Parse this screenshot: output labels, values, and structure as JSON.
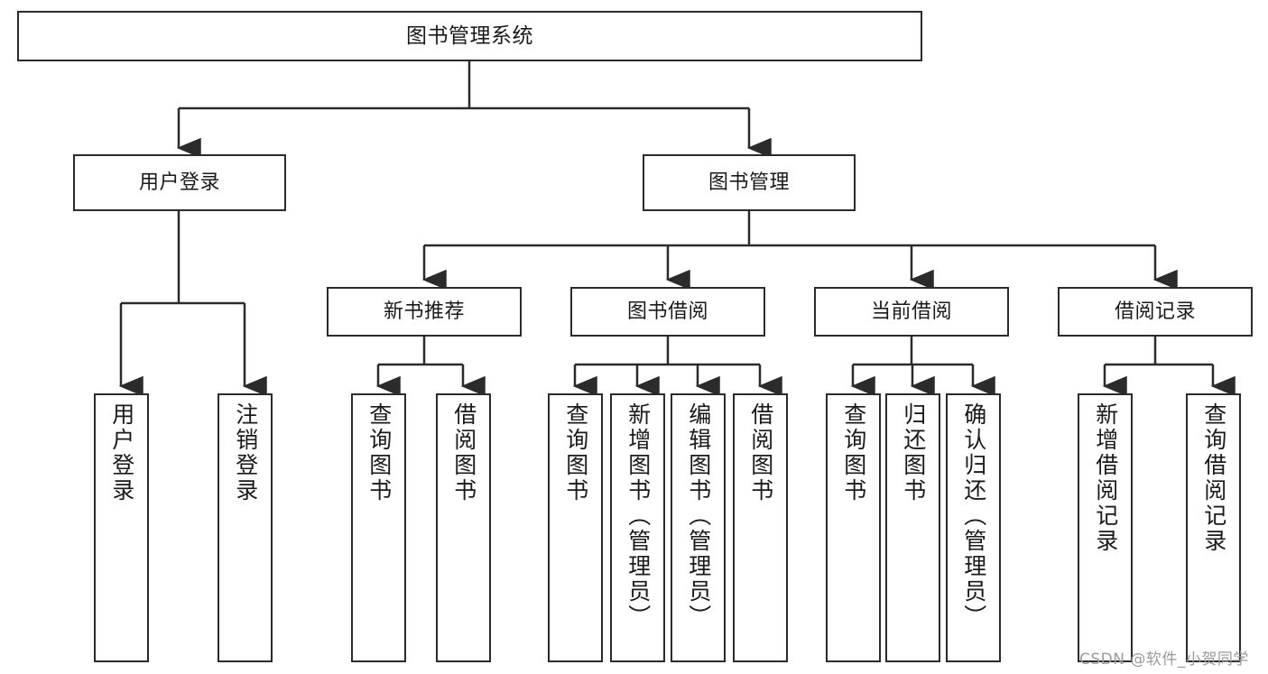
{
  "diagram": {
    "type": "tree-hierarchy-chart",
    "title": "图书管理系统",
    "watermark": "CSDN @软件_小贺同学",
    "colors": {
      "box_border": "#2b2b2b",
      "box_fill": "#ffffff",
      "connector": "#2b2b2b",
      "text": "#1a1a1a",
      "watermark": "#9a9a9a",
      "background": "#ffffff"
    },
    "root": {
      "label": "图书管理系统"
    },
    "level2": [
      {
        "label": "用户登录"
      },
      {
        "label": "图书管理"
      }
    ],
    "level3": [
      {
        "label": "新书推荐"
      },
      {
        "label": "图书借阅"
      },
      {
        "label": "当前借阅"
      },
      {
        "label": "借阅记录"
      }
    ],
    "leaves": {
      "user_login": [
        {
          "label": "用户登录"
        },
        {
          "label": "注销登录"
        }
      ],
      "new_book_recommend": [
        {
          "label": "查询图书"
        },
        {
          "label": "借阅图书"
        }
      ],
      "book_borrow": [
        {
          "label": "查询图书"
        },
        {
          "label": "新增图书（管理员）"
        },
        {
          "label": "编辑图书（管理员）"
        },
        {
          "label": "借阅图书"
        }
      ],
      "current_borrow": [
        {
          "label": "查询图书"
        },
        {
          "label": "归还图书"
        },
        {
          "label": "确认归还（管理员）"
        }
      ],
      "borrow_record": [
        {
          "label": "新增借阅记录"
        },
        {
          "label": "查询借阅记录"
        }
      ]
    }
  }
}
